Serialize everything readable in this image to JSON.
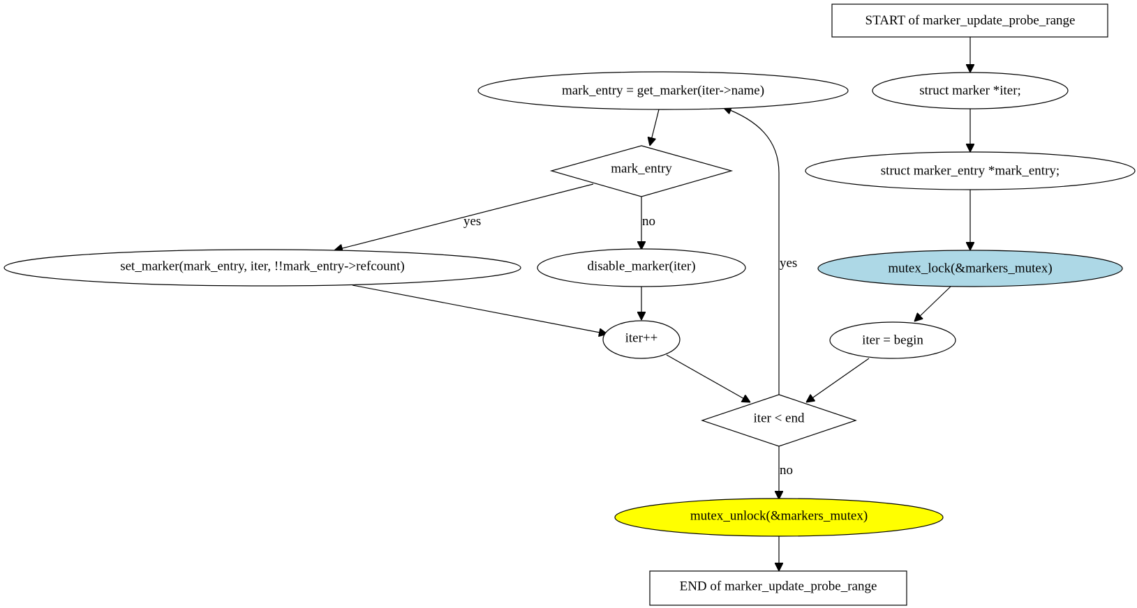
{
  "colors": {
    "stroke": "#000000",
    "default_fill": "#ffffff",
    "lock_fill": "#add8e6",
    "unlock_fill": "#ffff00"
  },
  "nodes": {
    "start": {
      "label": "START of marker_update_probe_range"
    },
    "decl_iter": {
      "label": "struct marker *iter;"
    },
    "decl_entry": {
      "label": "struct marker_entry *mark_entry;"
    },
    "lock": {
      "label": "mutex_lock(&markers_mutex)"
    },
    "iter_begin": {
      "label": "iter = begin"
    },
    "loop_cond": {
      "label": "iter < end"
    },
    "get_marker": {
      "label": "mark_entry = get_marker(iter->name)"
    },
    "entry_check": {
      "label": "mark_entry"
    },
    "set_marker": {
      "label": "set_marker(mark_entry, iter, !!mark_entry->refcount)"
    },
    "disable_marker": {
      "label": "disable_marker(iter)"
    },
    "iter_inc": {
      "label": "iter++"
    },
    "unlock": {
      "label": "mutex_unlock(&markers_mutex)"
    },
    "end": {
      "label": "END of marker_update_probe_range"
    }
  },
  "edge_labels": {
    "loop_yes": "yes",
    "loop_no": "no",
    "entry_yes": "yes",
    "entry_no": "no"
  }
}
